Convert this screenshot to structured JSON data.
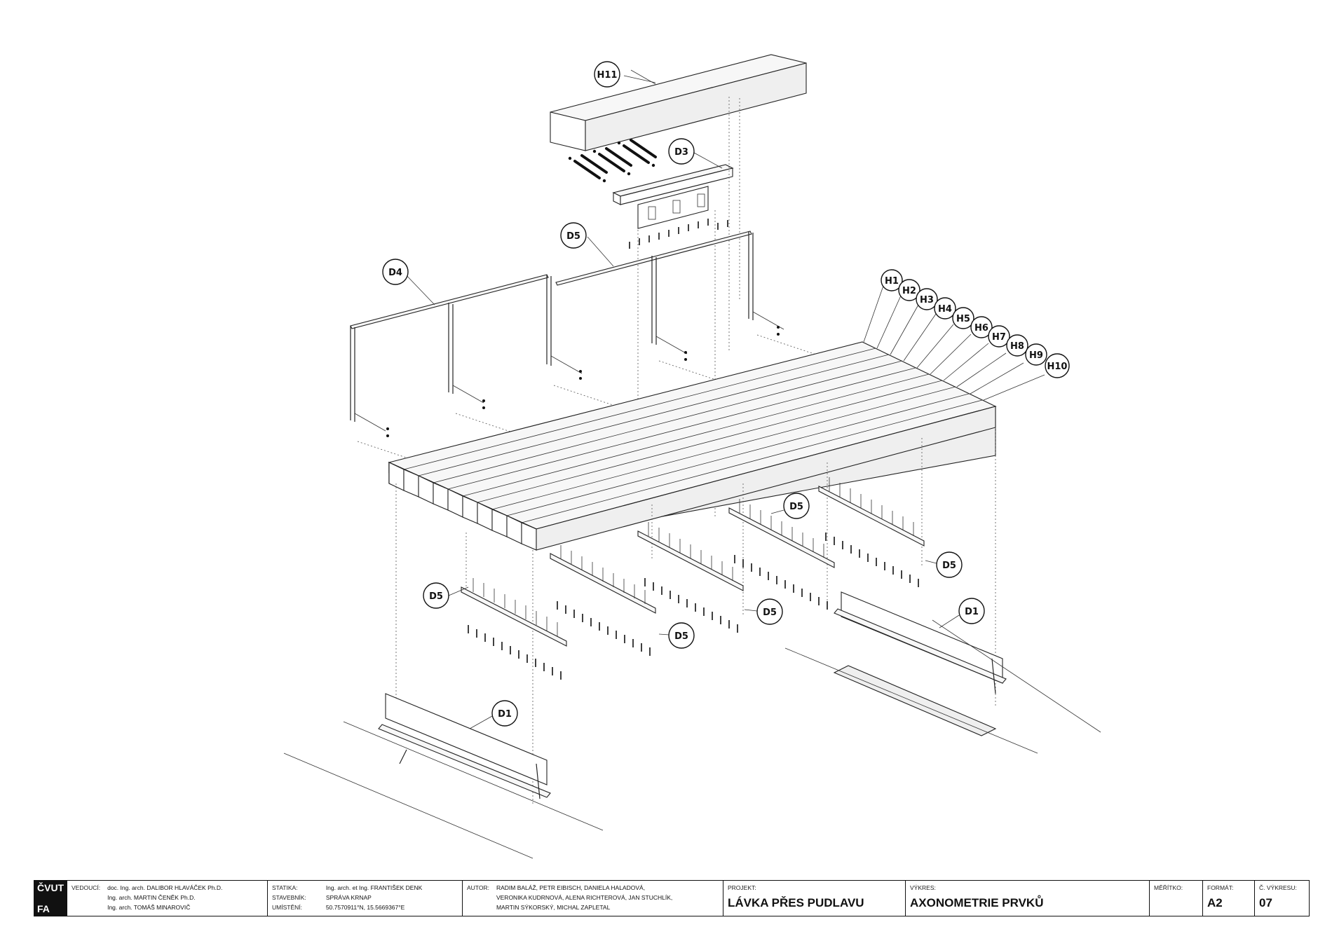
{
  "labels": {
    "h11": "H11",
    "d3": "D3",
    "d5": "D5",
    "d4": "D4",
    "d1": "D1",
    "h1": "H1",
    "h2": "H2",
    "h3": "H3",
    "h4": "H4",
    "h5": "H5",
    "h6": "H6",
    "h7": "H7",
    "h8": "H8",
    "h9": "H9",
    "h10": "H10"
  },
  "title_block": {
    "logo_top": "ČVUT",
    "logo_bottom": "FA",
    "vedouci_key": "VEDOUCÍ:",
    "vedouci": [
      "doc. Ing. arch. DALIBOR HLAVÁČEK Ph.D.",
      "Ing. arch. MARTIN ČENĚK Ph.D.",
      "Ing. arch. TOMÁŠ MINAROVIČ"
    ],
    "statika_key": "STATIKA:",
    "statika": "Ing. arch. et Ing. FRANTIŠEK DENK",
    "stavebnik_key": "STAVEBNÍK:",
    "stavebnik": "SPRÁVA KRNAP",
    "umisteni_key": "UMÍSTĚNÍ:",
    "umisteni": "50.7570911°N, 15.5669367°E",
    "autor_key": "AUTOR:",
    "autor": [
      "RADIM BALÁŽ, PETR EIBISCH, DANIELA HALADOVÁ,",
      "VERONIKA KUDRNOVÁ, ALENA RICHTEROVÁ, JAN STUCHLÍK,",
      "MARTIN SÝKORSKÝ, MICHAL ZAPLETAL"
    ],
    "projekt_key": "PROJEKT:",
    "projekt": "LÁVKA PŘES PUDLAVU",
    "vykres_key": "VÝKRES:",
    "vykres": "AXONOMETRIE PRVKŮ",
    "meritko_key": "MĚŘÍTKO:",
    "meritko": "",
    "format_key": "FORMÁT:",
    "format": "A2",
    "cislo_key": "Č. VÝKRESU:",
    "cislo": "07"
  }
}
